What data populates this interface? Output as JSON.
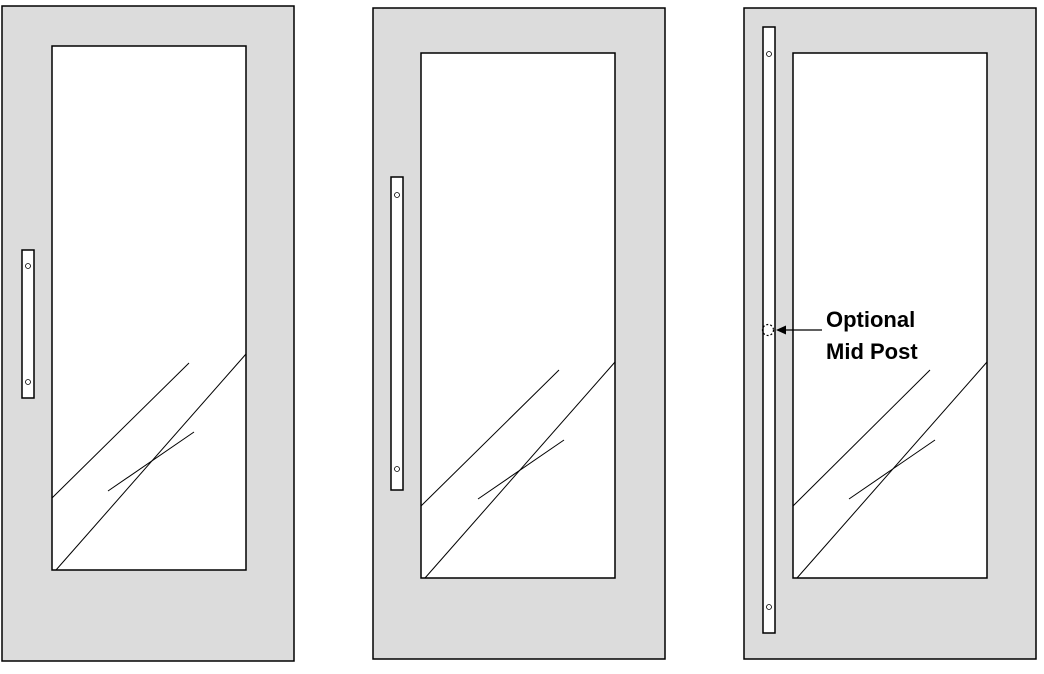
{
  "colors": {
    "door_fill": "#dcdcdc",
    "glass_fill": "#ffffff",
    "stroke": "#000000",
    "background": "#ffffff"
  },
  "doors": [
    {
      "id": "door-1",
      "handle": "short-pull-handle"
    },
    {
      "id": "door-2",
      "handle": "medium-pull-handle"
    },
    {
      "id": "door-3",
      "handle": "full-length-pull-handle"
    }
  ],
  "callout": {
    "line1": "Optional",
    "line2": "Mid Post"
  }
}
